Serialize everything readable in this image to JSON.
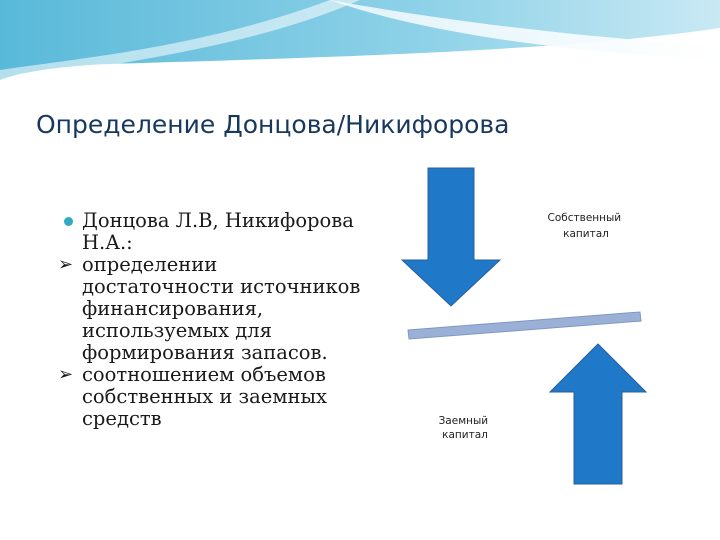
{
  "title": "Определение Донцова/Никифорова",
  "content": {
    "items": [
      {
        "marker": "dot",
        "text": "Донцова Л.В, Никифорова Н.А.:"
      },
      {
        "marker": "arrow",
        "text": "определении достаточности источников финансирования, используемых для формирования запасов."
      },
      {
        "marker": "arrow",
        "text": "соотношением объемов собственных и заемных средств"
      }
    ]
  },
  "diagram": {
    "top_label": [
      "Собственный",
      "капитал"
    ],
    "bottom_label": [
      "Заемный",
      "капитал"
    ],
    "colors": {
      "arrow": "#1f78c8",
      "arrow_stroke": "#2a5e9a",
      "beam": "#9bb0d6",
      "accent": "#31a9c4"
    }
  }
}
